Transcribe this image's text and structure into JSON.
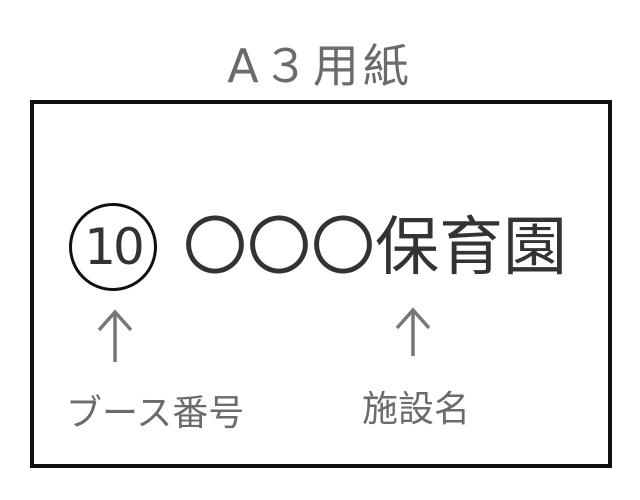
{
  "title": "A３用紙",
  "booth_number": "10",
  "facility_name": "〇〇〇保育園",
  "labels": {
    "booth": "ブース番号",
    "facility": "施設名"
  }
}
